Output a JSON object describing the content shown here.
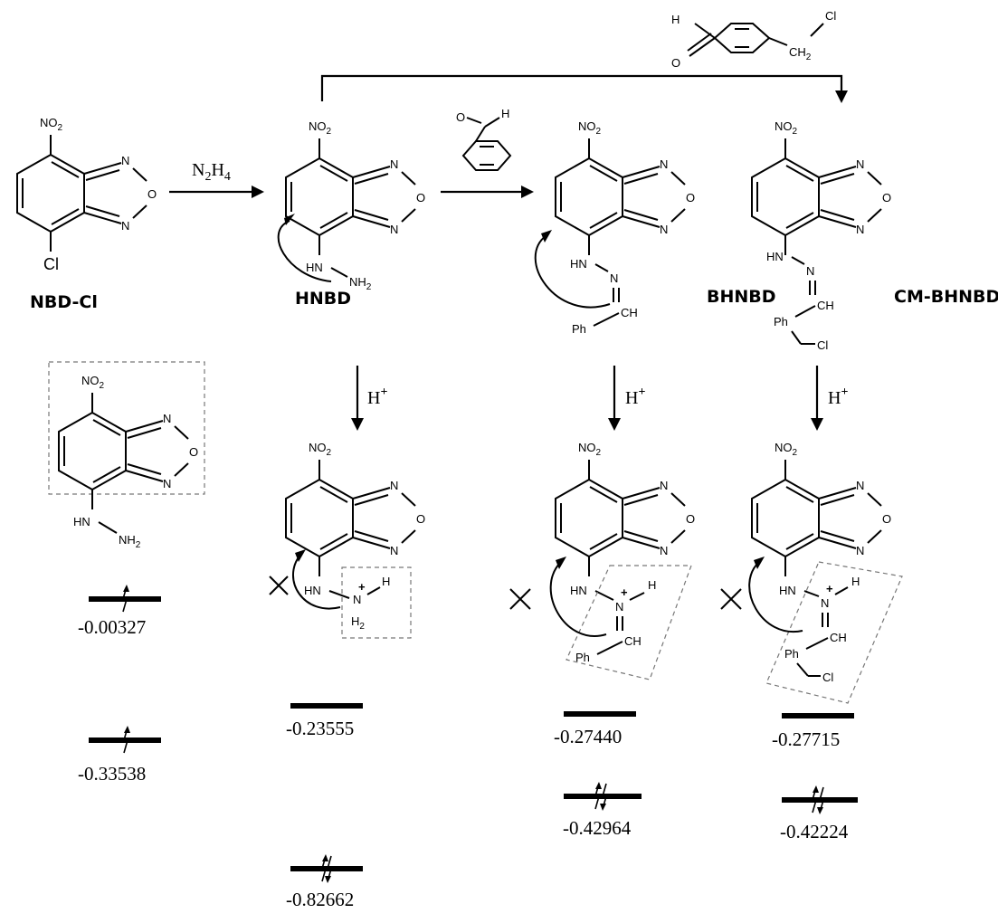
{
  "atoms": {
    "no2": "NO",
    "no2_sub": "2",
    "n": "N",
    "o": "O",
    "cl": "Cl",
    "hn": "HN",
    "nh2": "NH",
    "h2": "H",
    "h2_sub": "2",
    "h": "H",
    "ch": "CH",
    "ph": "Ph",
    "ch2": "CH",
    "ch2_sub": "2",
    "plus": "+"
  },
  "reagents": {
    "n2h4_n": "N",
    "n2h4_sub1": "2",
    "n2h4_h": "H",
    "n2h4_sub2": "4",
    "proton": "H"
  },
  "compounds": [
    "NBD-Cl",
    "HNBD",
    "BHNBD",
    "CM-BHNBD"
  ],
  "energy_levels": [
    "-0.00327",
    "-0.33538",
    "-0.23555",
    "-0.82662",
    "-0.27440",
    "-0.42964",
    "-0.27715",
    "-0.42224"
  ]
}
